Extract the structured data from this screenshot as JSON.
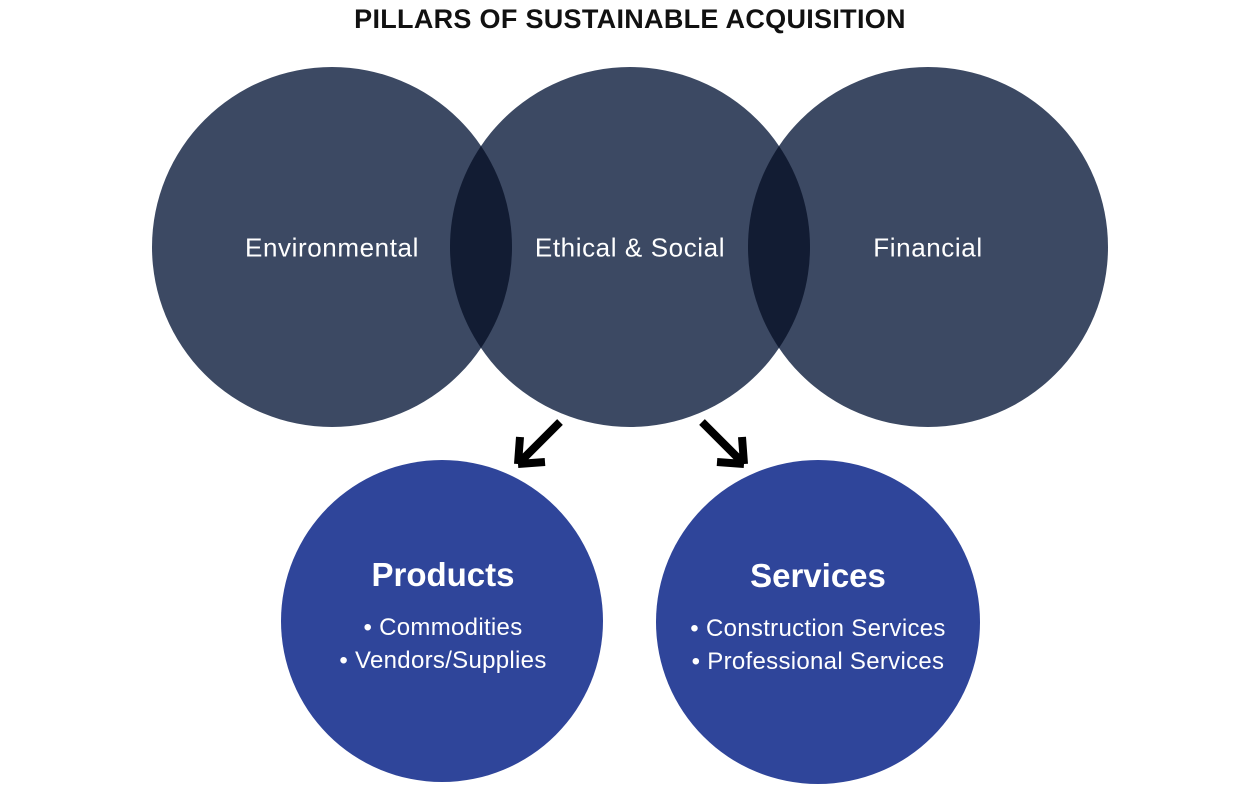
{
  "title": "PILLARS OF SUSTAINABLE ACQUISITION",
  "colors": {
    "pillar_circle": "#3C4963",
    "pillar_overlap": "#121C33",
    "category_circle": "#2F459A",
    "arrow": "#000000",
    "title_text": "#111111",
    "label_text": "#FFFFFF"
  },
  "pillars": [
    {
      "label": "Environmental"
    },
    {
      "label": "Ethical & Social"
    },
    {
      "label": "Financial"
    }
  ],
  "categories": [
    {
      "title": "Products",
      "items": [
        "• Commodities",
        "• Vendors/Supplies"
      ]
    },
    {
      "title": "Services",
      "items": [
        "• Construction Services",
        "• Professional Services"
      ]
    }
  ]
}
